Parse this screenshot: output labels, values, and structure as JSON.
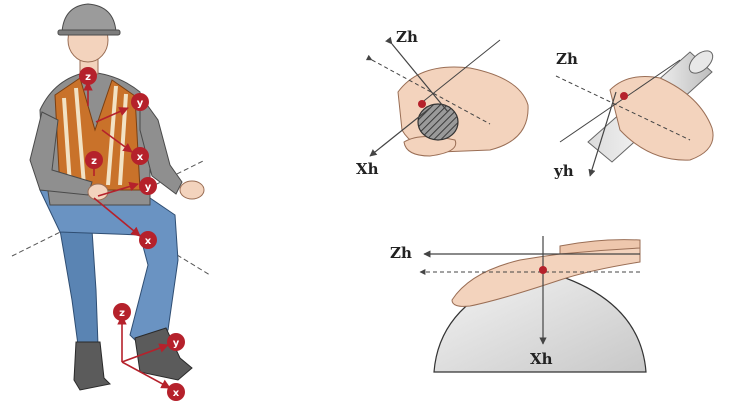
{
  "seated_figure": {
    "badges": {
      "chest_z": "z",
      "chest_y": "y",
      "chest_x": "x",
      "pelvis_z": "z",
      "pelvis_y": "y",
      "seat_x": "x",
      "foot_z": "z",
      "foot_y": "y",
      "foot_x": "x"
    }
  },
  "panels": {
    "grip_side": {
      "z_label": "Zh",
      "x_label": "Xh"
    },
    "grip_end": {
      "z_label": "Zh",
      "y_label": "yh"
    },
    "palm_dome": {
      "z_label": "Zh",
      "x_label": "Xh"
    }
  },
  "colors": {
    "accent_red": "#b5212b",
    "skin": "#f3d3bd",
    "vest": "#c9722a",
    "jacket": "#8f8f8f",
    "jeans": "#5e87b6",
    "handle_hatch": "#7a7a7a"
  }
}
